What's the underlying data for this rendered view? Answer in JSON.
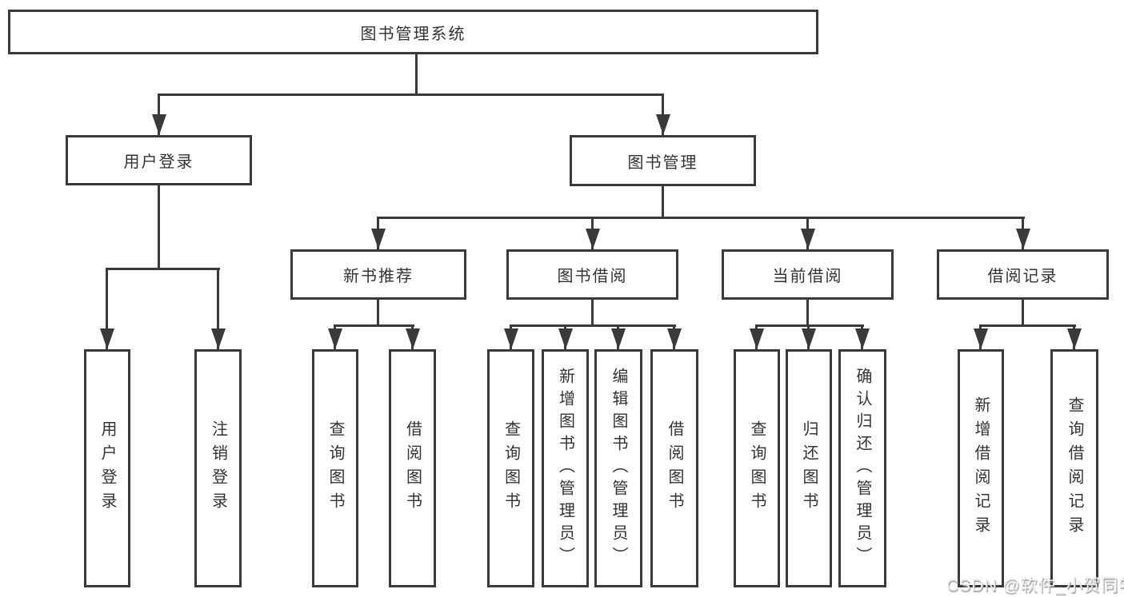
{
  "tree": {
    "root": {
      "label": "图书管理系统"
    },
    "branches": [
      {
        "label": "用户登录",
        "children": [
          {
            "label": "用户登录"
          },
          {
            "label": "注销登录"
          }
        ]
      },
      {
        "label": "图书管理",
        "children": [
          {
            "label": "新书推荐",
            "children": [
              {
                "label": "查询图书"
              },
              {
                "label": "借阅图书"
              }
            ]
          },
          {
            "label": "图书借阅",
            "children": [
              {
                "label": "查询图书"
              },
              {
                "label": "新增图书（管理员）"
              },
              {
                "label": "编辑图书（管理员）"
              },
              {
                "label": "借阅图书"
              }
            ]
          },
          {
            "label": "当前借阅",
            "children": [
              {
                "label": "查询图书"
              },
              {
                "label": "归还图书"
              },
              {
                "label": "确认归还（管理员）"
              }
            ]
          },
          {
            "label": "借阅记录",
            "children": [
              {
                "label": "新增借阅记录"
              },
              {
                "label": "查询借阅记录"
              }
            ]
          }
        ]
      }
    ]
  },
  "watermark": {
    "text": "CSDN @软件_小贺同学"
  },
  "colors": {
    "line": "#3a3a3a",
    "text": "#333333",
    "background": "#ffffff",
    "watermark": "#efefef",
    "watermark_shadow": "#999999"
  }
}
